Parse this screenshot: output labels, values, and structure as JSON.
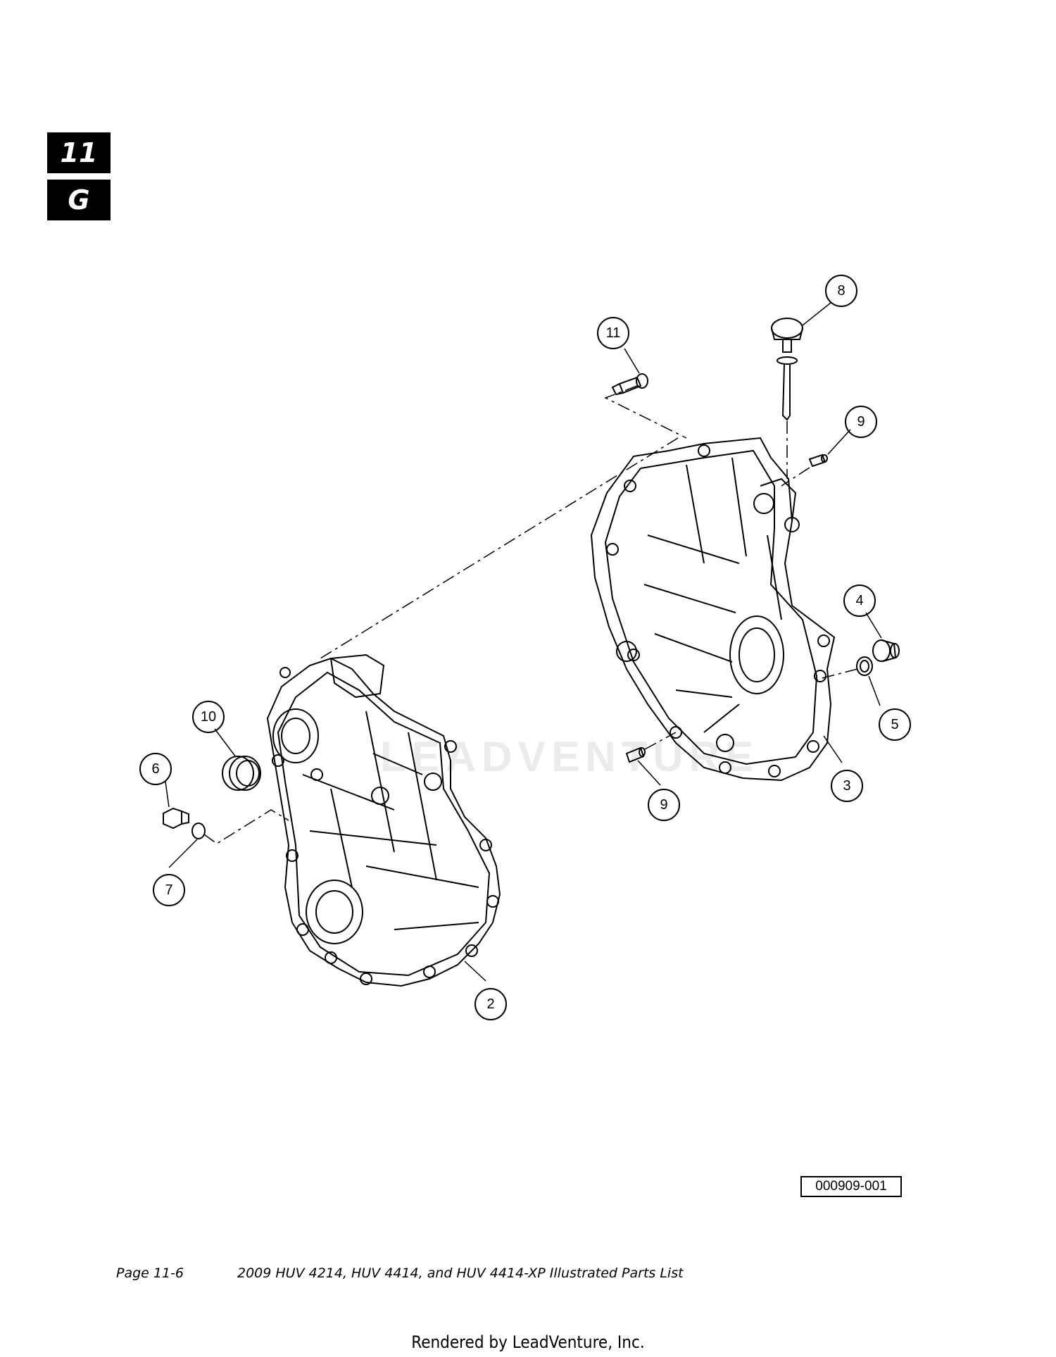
{
  "section_tab": {
    "chapter": "11",
    "letter": "G"
  },
  "callouts": [
    {
      "id": "c11",
      "label": "11"
    },
    {
      "id": "c8",
      "label": "8"
    },
    {
      "id": "c9a",
      "label": "9"
    },
    {
      "id": "c4",
      "label": "4"
    },
    {
      "id": "c5",
      "label": "5"
    },
    {
      "id": "c3",
      "label": "3"
    },
    {
      "id": "c9b",
      "label": "9"
    },
    {
      "id": "c10",
      "label": "10"
    },
    {
      "id": "c6",
      "label": "6"
    },
    {
      "id": "c7",
      "label": "7"
    },
    {
      "id": "c2",
      "label": "2"
    }
  ],
  "figure_ref": "000909-001",
  "footer": {
    "page": "Page 11-6",
    "title": "2009 HUV 4214, HUV 4414, and HUV 4414-XP Illustrated Parts List"
  },
  "rendered_by": "Rendered by LeadVenture, Inc.",
  "watermark": "LEADVENTURE",
  "colors": {
    "ink": "#000000",
    "paper": "#ffffff"
  }
}
